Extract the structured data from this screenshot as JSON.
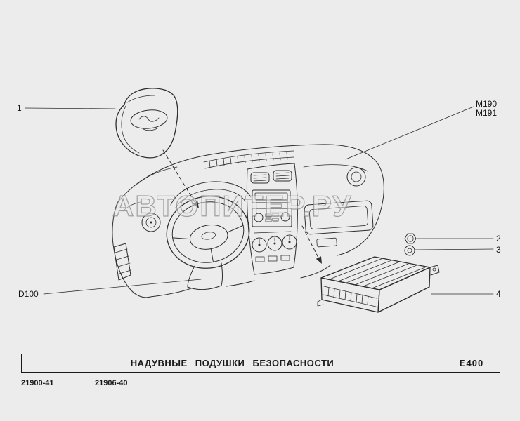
{
  "colors": {
    "background": "#ececec",
    "line": "#2e2e2e"
  },
  "watermark": "АВТОПИТЕР.РУ",
  "callouts": {
    "c1": "1",
    "m190": "M190",
    "m191": "M191",
    "c2": "2",
    "c3": "3",
    "c4": "4",
    "d100": "D100"
  },
  "footer": {
    "title": "НАДУВНЫЕ ПОДУШКИ БЕЗОПАСНОСТИ",
    "code": "Е400",
    "catalog_numbers": [
      "21900-41",
      "21906-40"
    ]
  }
}
